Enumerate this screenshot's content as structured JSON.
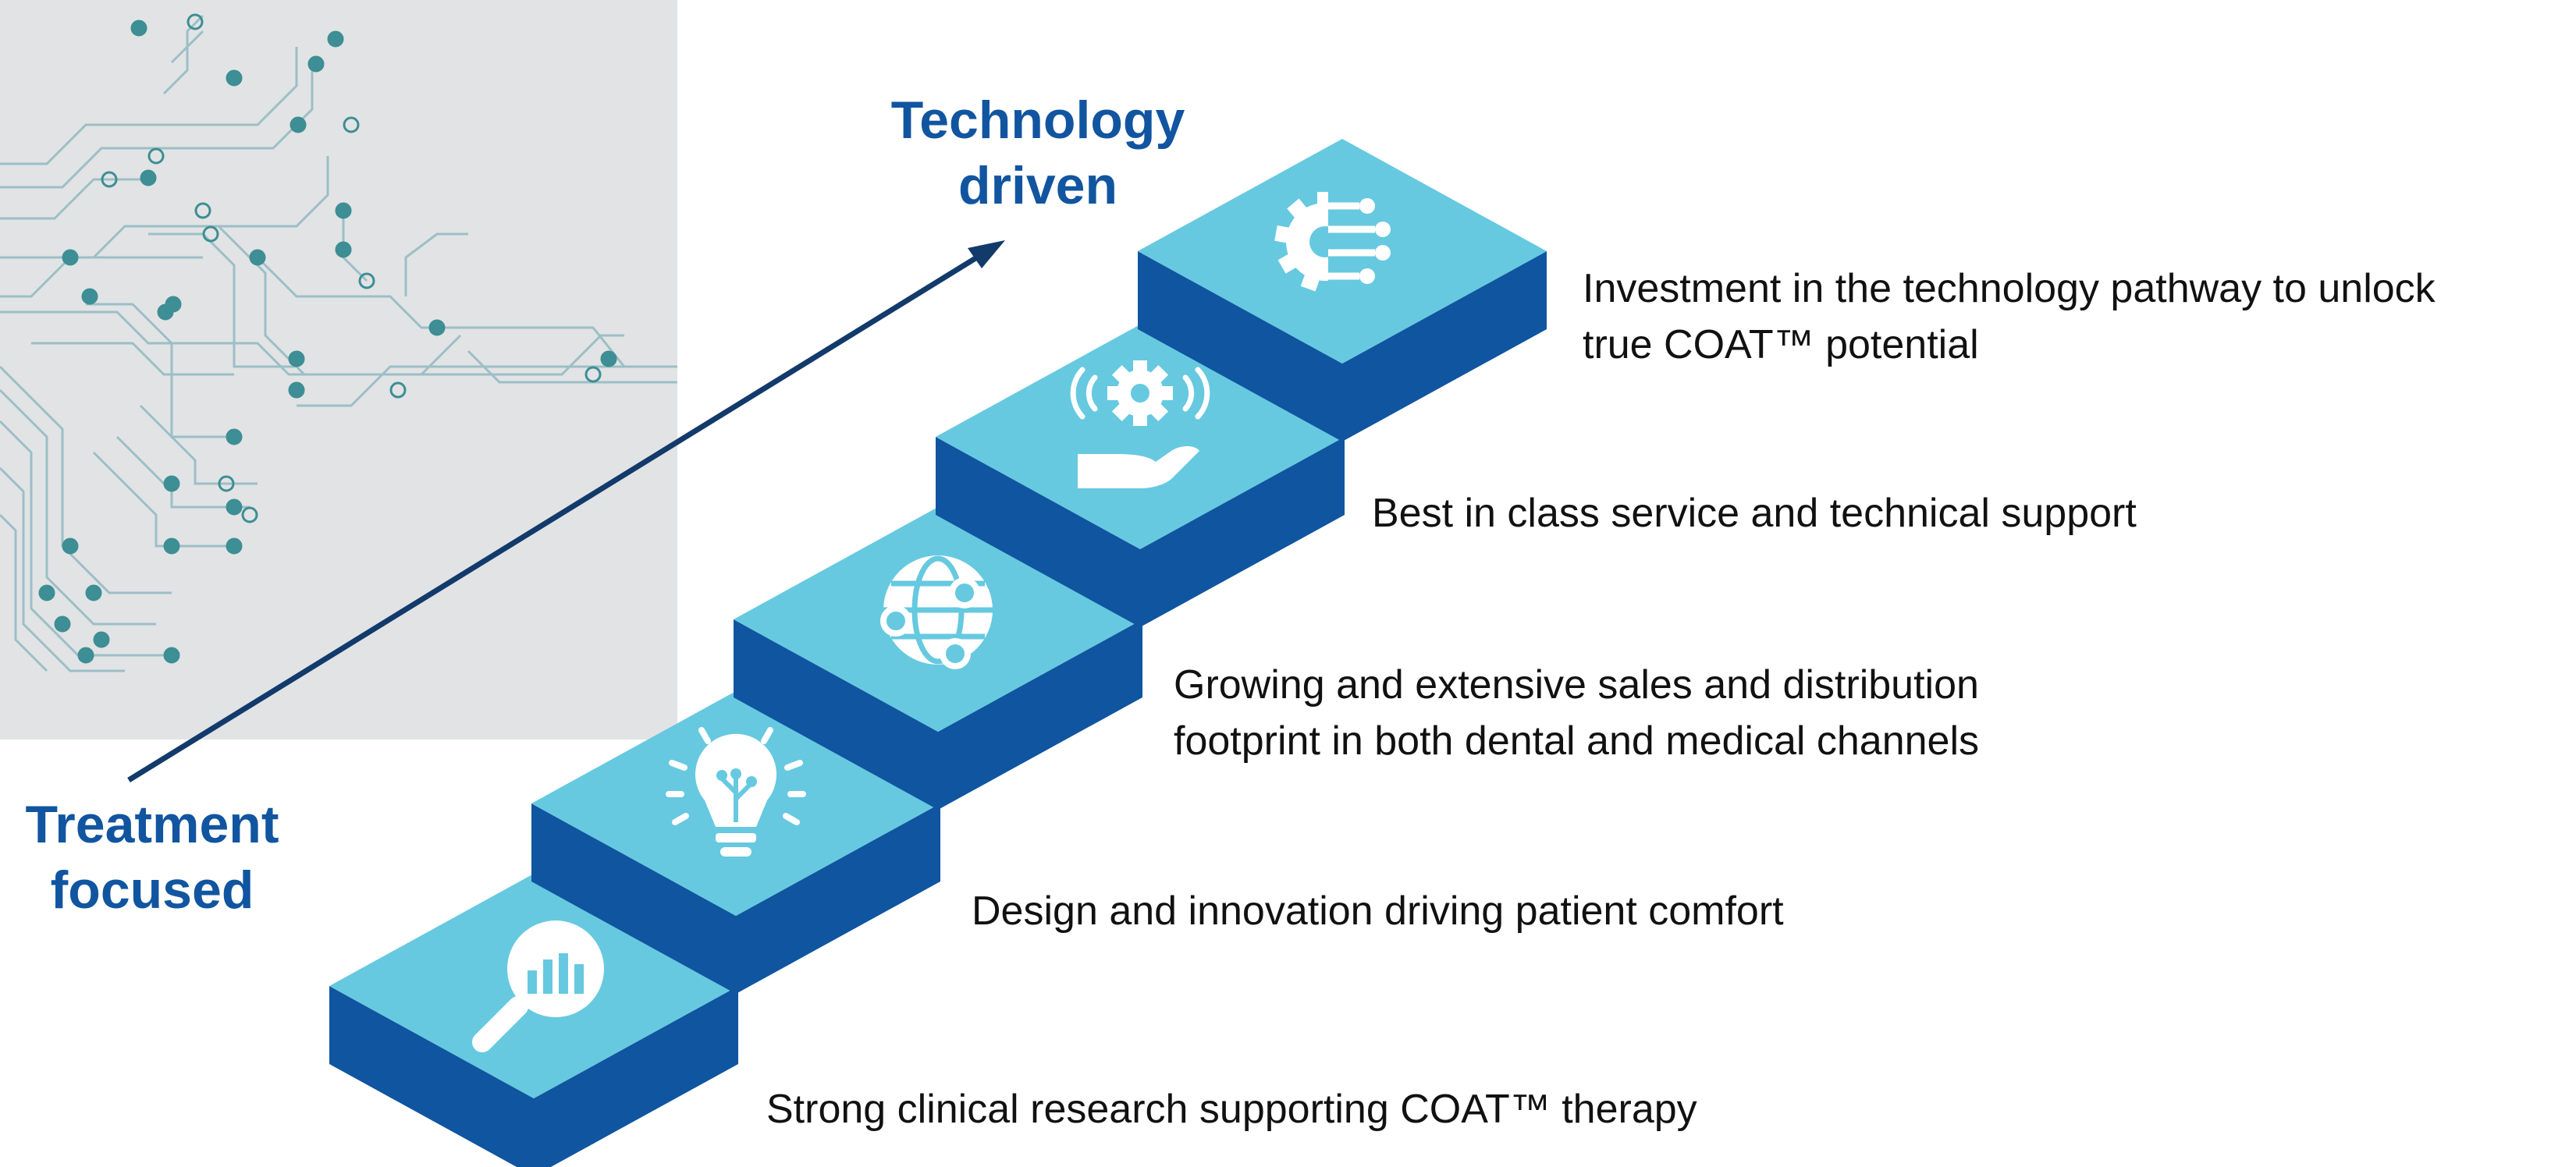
{
  "heading_start": "Treatment\nfocused",
  "heading_end": "Technology\ndriven",
  "steps": [
    {
      "icon": "magnifier-chart-icon",
      "text": "Strong clinical research supporting COAT™ therapy"
    },
    {
      "icon": "lightbulb-circuit-icon",
      "text": "Design and innovation driving patient comfort"
    },
    {
      "icon": "globe-network-icon",
      "text": "Growing and extensive sales and distribution\nfootprint in both dental and medical channels"
    },
    {
      "icon": "hand-gear-icon",
      "text": "Best in class service and technical support"
    },
    {
      "icon": "gear-circuit-icon",
      "text": "Investment in the technology pathway to unlock\ntrue COAT™ potential"
    }
  ],
  "colors": {
    "step_top": "#66c9e0",
    "step_side": "#0f55a0",
    "heading": "#1155a0",
    "arrow": "#123a6b",
    "circuit_panel": "#e2e3e4",
    "circuit_line": "#9cbfc7",
    "circuit_dot": "#3d8e95"
  }
}
